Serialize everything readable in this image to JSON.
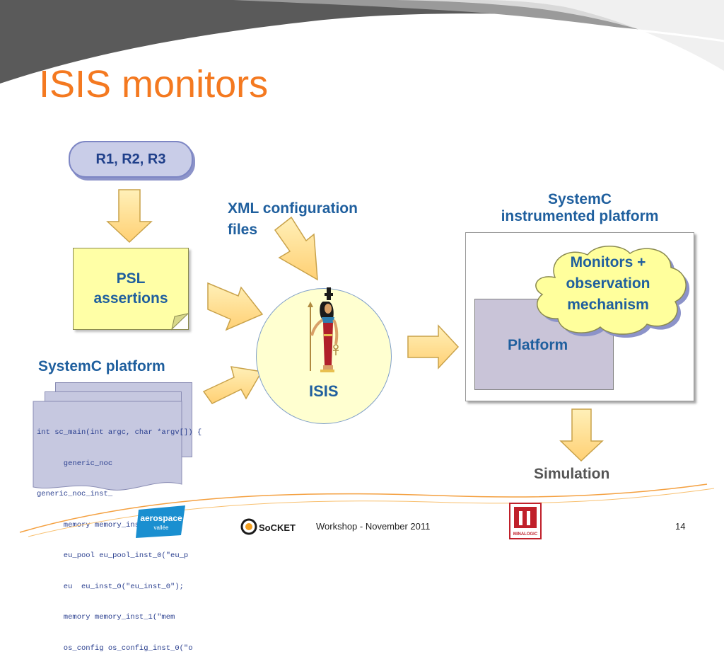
{
  "slide": {
    "title": "ISIS monitors",
    "footer": "Workshop - November 2011",
    "page_number": "14"
  },
  "diagram": {
    "requirements": "R1, R2, R3",
    "psl_line1": "PSL",
    "psl_line2": "assertions",
    "xml_line1": "XML configuration",
    "xml_line2": "files",
    "systemc_platform_label": "SystemC platform",
    "code_lines": [
      "int sc_main(int argc, char *argv[]) {",
      "      generic_noc",
      "generic_noc_inst_",
      "      memory memory_inst_0(\"mem",
      "      eu_pool eu_pool_inst_0(\"eu_p",
      "      eu  eu_inst_0(\"eu_inst_0\");",
      "      memory memory_inst_1(\"mem",
      "      os_config os_config_inst_0(\"o"
    ],
    "isis_label": "ISIS",
    "instrumented_line1": "SystemC",
    "instrumented_line2": "instrumented platform",
    "monitors_line1": "Monitors +",
    "monitors_line2": "observation",
    "monitors_line3": "mechanism",
    "platform_label": "Platform",
    "simulation_label": "Simulation"
  },
  "logos": {
    "aerospace_line1": "aerospace",
    "aerospace_line2": "vallée",
    "socket": "SoCKET",
    "minalogic": "MINALOGIC"
  },
  "colors": {
    "title": "#f47920",
    "label": "#1f5f9e",
    "arrow_fill": "#ffe08f",
    "arrow_stroke": "#c9a24a"
  }
}
